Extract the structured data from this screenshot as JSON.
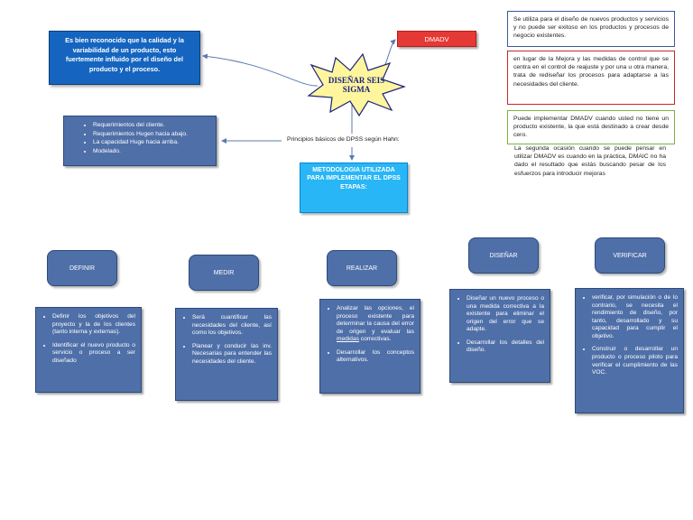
{
  "center": {
    "title": "DISEÑAR SEIS SIGMA"
  },
  "top_left_box": {
    "text": "Es bien reconocido que la calidad y la variabilidad de un producto, esto fuertemente influido por el diseño del producto y el proceso."
  },
  "dmadv_label": "DMADV",
  "right_notes": [
    "Se utiliza para el diseño de nuevos productos y servicios y no puede ser exitoso en los productos y procesos de negocio existentes.",
    "en lugar de la Mejora y las medidas de control que se centra en el control de reajuste y por una u otra manera, trata de rediseñar los procesos para adaptarse a las necesidades del cliente.",
    "Puede implementar DMADV cuando usted no tiene un producto existente, la que está destinado a crear desde cero.",
    "La segunda ocasión cuando se puede pensar en utilizar DMADV es cuando en la práctica, DMAIC no ha dado el resultado que estás buscando pesar de los esfuerzos para introducir mejoras"
  ],
  "principles": {
    "label": "Principios básicos de DPSS según Hahn:",
    "items": [
      "Requerimientos del cliente.",
      "Requerimientos Hugen hacia abajo.",
      "La capacidad Huge hacia arriba.",
      "Modelado."
    ]
  },
  "methodology": {
    "title": "METODOLOGIA UTILIZADA PARA IMPLEMENTAR EL DPSS ETAPAS:"
  },
  "stages": [
    {
      "label": "DEFINIR",
      "items": [
        "Definir los objetivos del proyecto y la de los clientes (tanto interna y externas).",
        "Identificar el nuevo producto o servicio o proceso a ser diseñado"
      ]
    },
    {
      "label": "MEDIR",
      "items": [
        "Será cuantificar las necesidades del cliente, así como los objetivos.",
        "Planear y conducir las inv. Necesarias para entender las necesidades del cliente."
      ]
    },
    {
      "label": "REALIZAR",
      "items_parts": {
        "first": "Analizar las opciones, el proceso existente para determinar la causa del error de origen y evaluar las",
        "link": "medidas",
        "after": " correctivas.",
        "second": "Desarrollar los conceptos alternativos."
      }
    },
    {
      "label": "DISEÑAR",
      "items": [
        "Diseñar un nuevo proceso o una medida correctiva a la existente para eliminar el origen del error que se adapte.",
        "Desarrollar los detalles del diseño."
      ]
    },
    {
      "label": "VERIFICAR",
      "items": [
        "verificar, por simulación o de lo contrario, se necesita el rendimiento de diseño, por tanto, desarrollado y su capacidad para cumplir el objetivo.",
        "Construir o desarrollar un producto o proceso piloto para verificar el cumplimiento de las VOC."
      ]
    }
  ],
  "colors": {
    "node_blue": "#4f6fa8",
    "bright_blue": "#1565c0",
    "cyan": "#29b6f6",
    "red": "#e53935",
    "star_yellow": "#fff59d",
    "border_blue": "#2e4a7c",
    "border_red": "#c62828",
    "border_green": "#7cb342"
  }
}
